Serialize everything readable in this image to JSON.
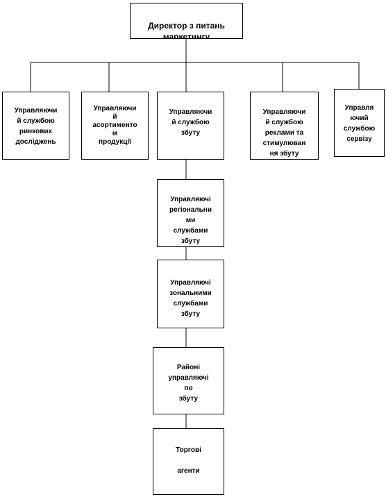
{
  "org_chart": {
    "director": "Директор з питань\nмаркетингу",
    "departments": [
      "Управляючи\nй службою\nринкових\nдосліджень",
      "Управляючи\nй\nасортименто\nм\nпродукції",
      "Управляючи\nй службою\nзбуту",
      "Управляючи\nй службою\nреклами та\nстимулюван\nня збуту",
      "Управля\nючий\nслужбою\nсервізу"
    ],
    "sales_chain": [
      "Управляючі\nрегіональни\nми\nслужбами\nзбуту",
      "Управляючі\nзональними\nслужбами\nзбуту",
      "Районі\nуправляючі\nпо\nзбуту",
      "Торгові\n\nагенти"
    ]
  }
}
